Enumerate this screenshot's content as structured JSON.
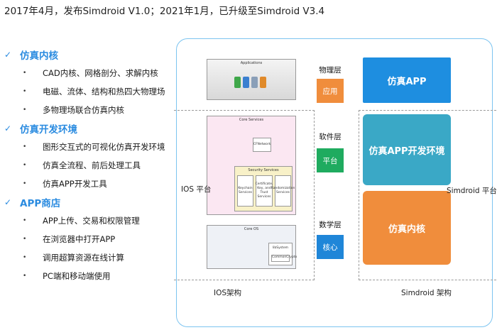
{
  "headline": "2017年4月，发布Simdroid V1.0；2021年1月，已升级至Simdroid V3.4",
  "outline": [
    {
      "title": "仿真内核",
      "items": [
        "CAD内核、网格剖分、求解内核",
        "电磁、流体、结构和热四大物理场",
        "多物理场联合仿真内核"
      ]
    },
    {
      "title": "仿真开发环境",
      "items": [
        "图形交互式的可视化仿真开发环境",
        "仿真全流程、前后处理工具",
        "仿真APP开发工具"
      ]
    },
    {
      "title": "APP商店",
      "items": [
        "APP上传、交易和权限管理",
        "在浏览器中打开APP",
        "调用超算资源在线计算",
        "PC端和移动端使用"
      ]
    }
  ],
  "ios": {
    "applications": "Applications",
    "core_services": "Core Services",
    "cfnetwork": "CFNetwork",
    "security_services": "Security Services",
    "sec_items": [
      "Keychain Services",
      "Certificate, Key, and Trust Services",
      "Randomization Services"
    ],
    "core_os": "Core OS",
    "libsystem": "libSystem",
    "commoncrypto": "CommonCrypto",
    "platform_label": "IOS 平台",
    "arch_label": "IOS架构"
  },
  "layers": [
    {
      "name": "物理层",
      "button": "应用"
    },
    {
      "name": "软件层",
      "button": "平台"
    },
    {
      "name": "数学层",
      "button": "核心"
    }
  ],
  "simdroid": {
    "app": "仿真APP",
    "dev_env": "仿真APP开发环境",
    "kernel": "仿真内核",
    "platform_label": "Simdroid 平台",
    "arch_label": "Simdroid 架构"
  },
  "colors": {
    "accent": "#2a8be0",
    "app_blue": "#1e8ee0",
    "teal": "#3aa8c6",
    "orange": "#f08d3c",
    "green": "#1fab5f",
    "layer_blue": "#1f86d8"
  }
}
